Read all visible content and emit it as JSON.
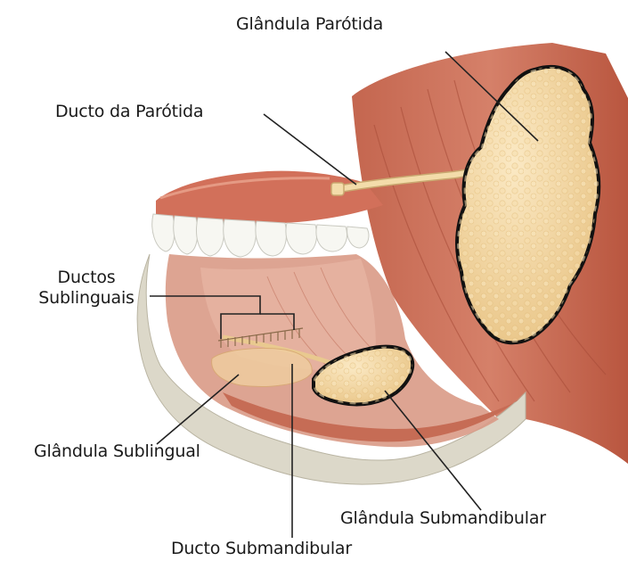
{
  "labels": {
    "parotid_gland": "Glândula Parótida",
    "parotid_duct": "Ducto da Parótida",
    "sublingual_ducts_line1": "Ductos",
    "sublingual_ducts_line2": "Sublinguais",
    "sublingual_gland": "Glândula Sublingual",
    "submandibular_gland": "Glândula Submandibular",
    "submandibular_duct": "Ducto Submandibular"
  },
  "colors": {
    "muscle": "#c96b57",
    "muscle_dark": "#a9503f",
    "muscle_light": "#dd9a86",
    "gland": "#f4d9a2",
    "gland_shadow": "#e6c07d",
    "teeth": "#f7f7f2",
    "bone": "#d9d5c6",
    "outline": "#111111"
  }
}
